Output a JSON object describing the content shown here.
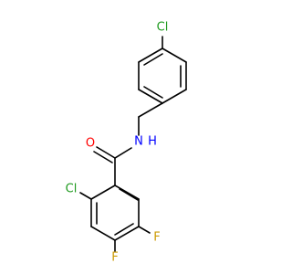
{
  "molecule": {
    "atoms": [
      {
        "symbol": "Cl",
        "color": "#1f9a1f"
      },
      {
        "symbol": "N",
        "color": "#0000ff"
      },
      {
        "symbol": "H",
        "color": "#0000ff"
      },
      {
        "symbol": "O",
        "color": "#ff0000"
      },
      {
        "symbol": "Cl",
        "color": "#1f9a1f"
      },
      {
        "symbol": "F",
        "color": "#cc9a00"
      },
      {
        "symbol": "F",
        "color": "#cc9a00"
      }
    ],
    "bond_color": "#000000"
  }
}
